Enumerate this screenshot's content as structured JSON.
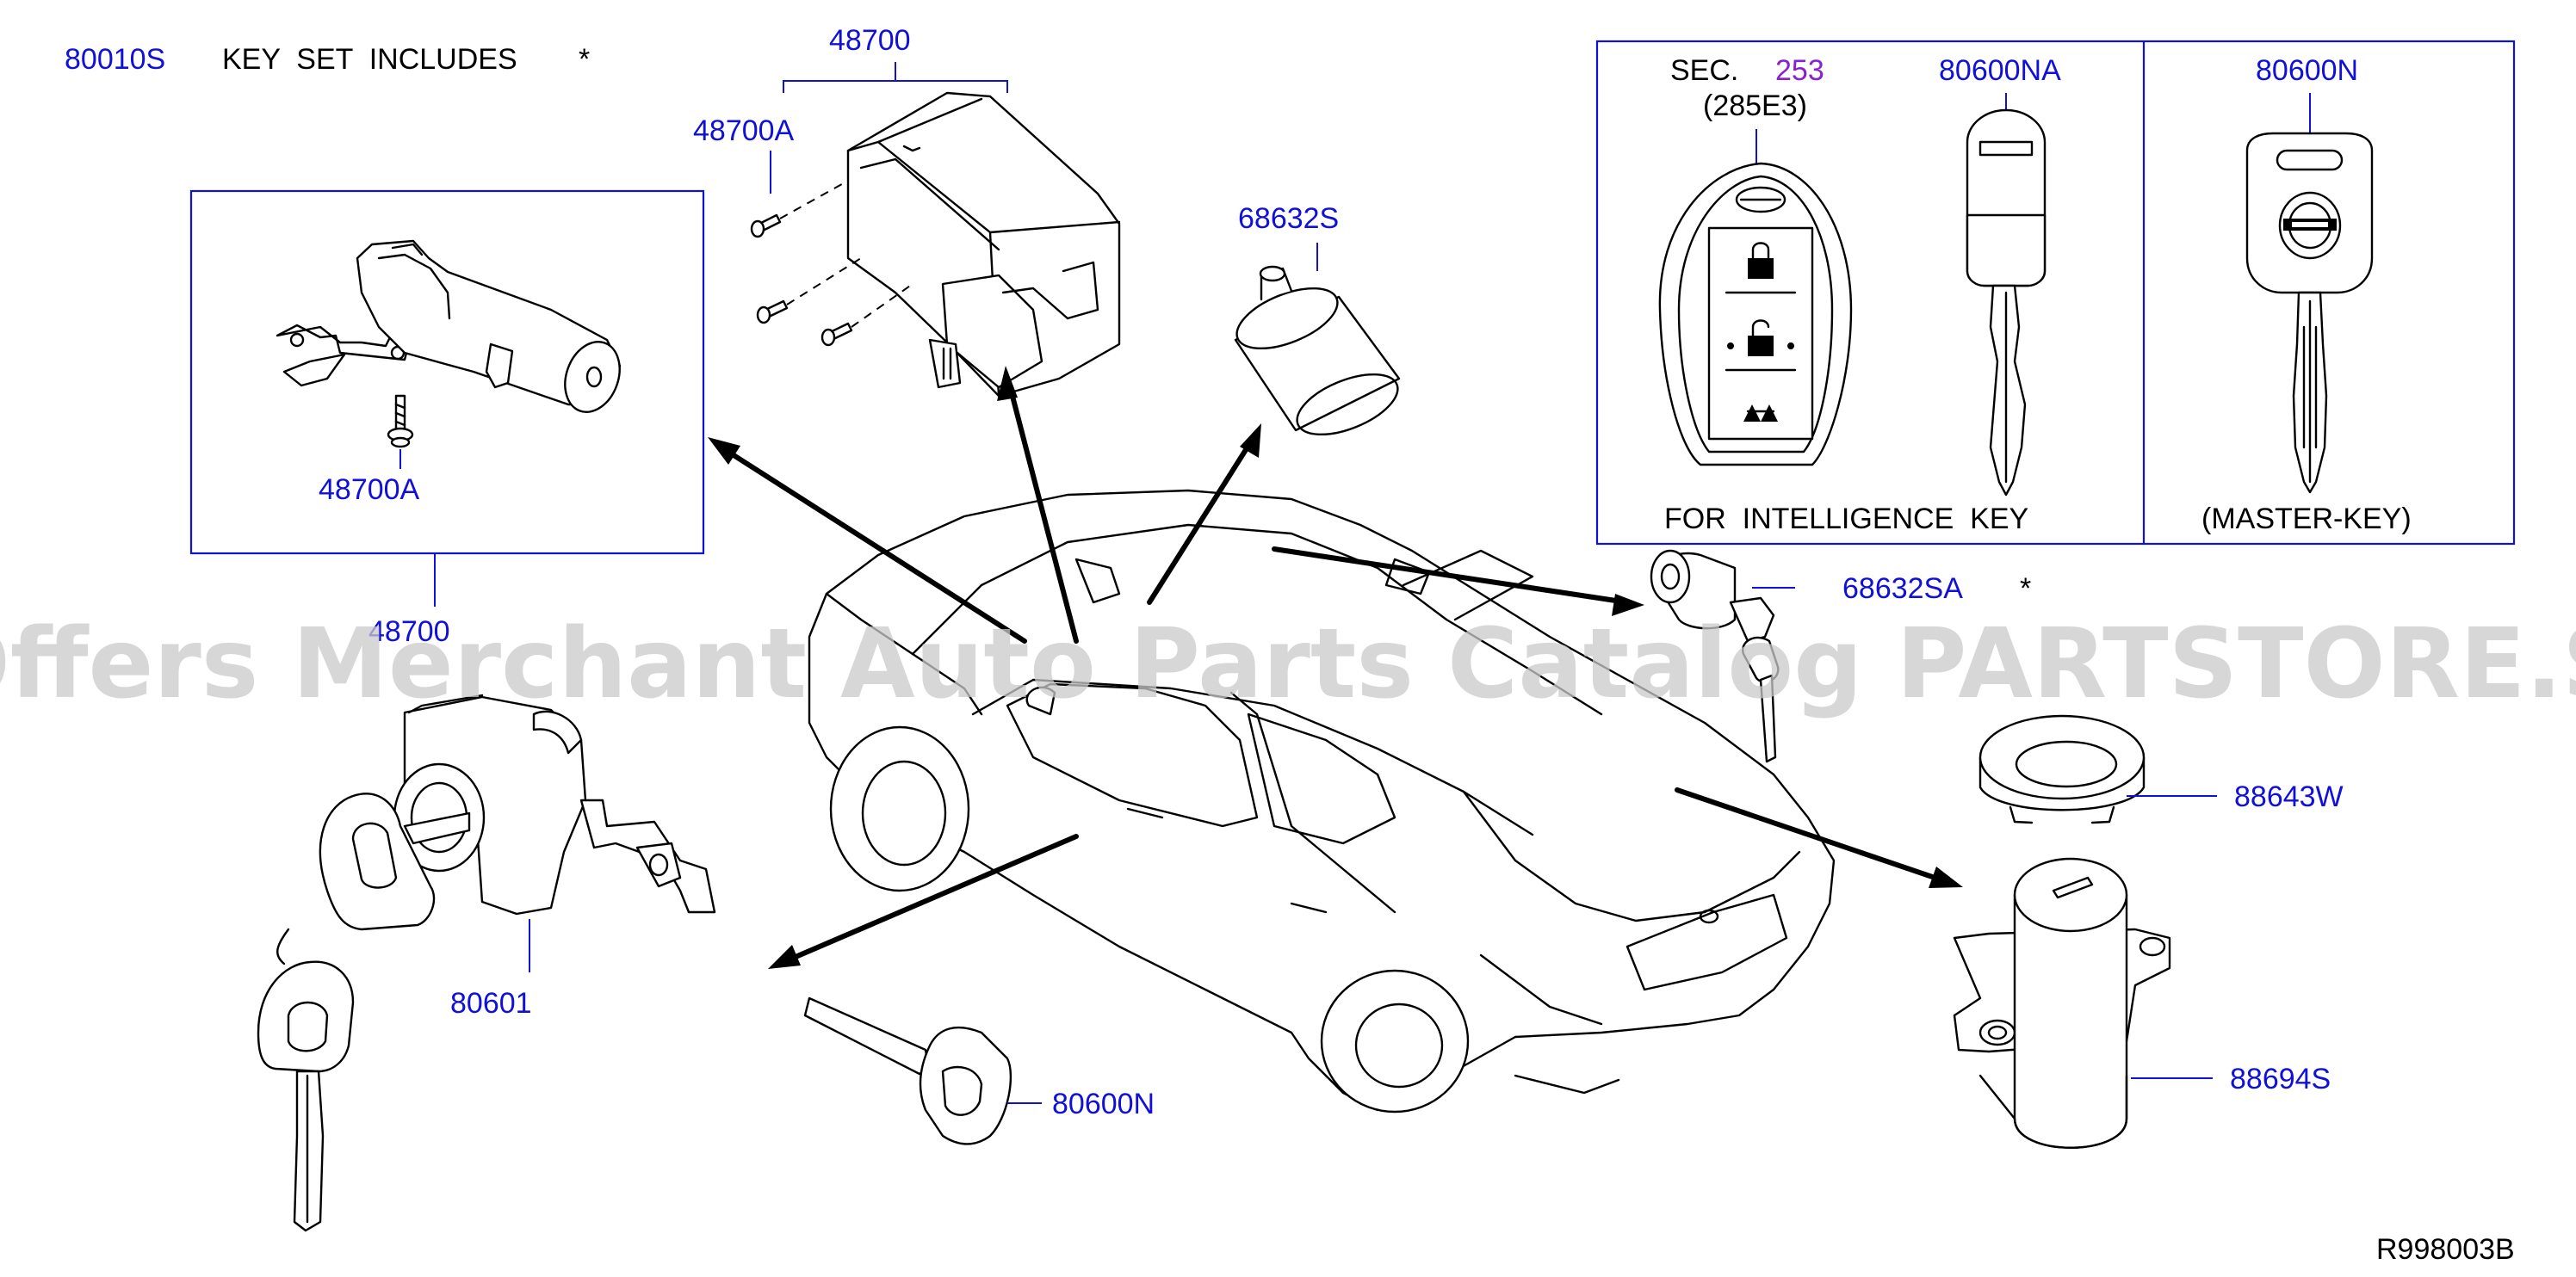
{
  "header": {
    "kit_part": "80010S",
    "kit_text": "KEY  SET  INCLUDES",
    "kit_asterisk": "*"
  },
  "parts": {
    "p48700_top": "48700",
    "p48700A_top": "48700A",
    "p48700A_inbox": "48700A",
    "p48700_bottom": "48700",
    "p68632S": "68632S",
    "p68632SA": "68632SA",
    "p68632SA_asterisk": "*",
    "p80600NA": "80600NA",
    "p80600N_top": "80600N",
    "p80601": "80601",
    "p80600N_bottom": "80600N",
    "p88643W": "88643W",
    "p88694S": "88694S"
  },
  "intelligence_box": {
    "sec_label": "SEC.",
    "sec_number": "253",
    "sec_sub": "(285E3)",
    "caption": "FOR  INTELLIGENCE  KEY",
    "master_caption": "(MASTER-KEY)"
  },
  "footer": {
    "diagram_code": "R998003B"
  },
  "watermark": {
    "text": "Offers Merchant Auto Parts Catalog PARTSTORE.SA"
  },
  "colors": {
    "part_number": "#1010d8",
    "section_number": "#8a1fd0",
    "line": "#000000",
    "watermark": "#c9c9c9"
  }
}
